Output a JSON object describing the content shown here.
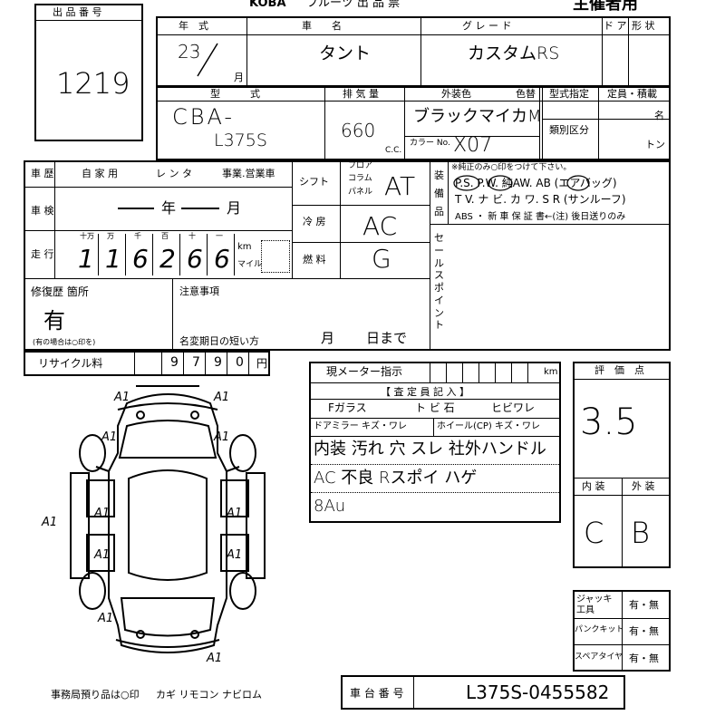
{
  "header": {
    "brand_fragment": "KOBA",
    "title_fragment": "フルーツ 出 品 票",
    "owner_copy": "主催者用"
  },
  "lot": {
    "label": "出 品 番 号",
    "number": "1219"
  },
  "vehicle": {
    "year_label": "年　式",
    "year": "23",
    "month_suffix": "月",
    "name_label": "車　　名",
    "name": "タント",
    "grade_label": "グ レ ー ド",
    "grade": "カスタムRS",
    "door_label": "ド ア",
    "shape_label": "形 状",
    "model_label": "型　　　式",
    "model_prefix": "CBA-",
    "model_code": "L375S",
    "displacement_label": "排 気 量",
    "displacement": "660",
    "cc": "C.C.",
    "color_label": "外装色",
    "color_change_label": "色替",
    "color": "ブラックマイカM",
    "color_no_label": "カラー No.",
    "color_no": "X07",
    "type_designation_label": "型式指定",
    "category_label": "類別区分",
    "capacity_label": "定員・積載",
    "persons": "名",
    "tons": "トン"
  },
  "history": {
    "label": "車 歴",
    "private": "自 家 用",
    "rental": "レ ン タ",
    "business": "事業.営業車",
    "inspection_label": "車 検",
    "year_unit": "年",
    "month_unit": "月",
    "mileage_label": "走 行",
    "digit_labels": [
      "十万",
      "万",
      "千",
      "百",
      "十",
      "一"
    ],
    "mileage_digits": [
      "1",
      "1",
      "6",
      "2",
      "6",
      "6"
    ],
    "km": "km",
    "mile": "マイル"
  },
  "drivetrain": {
    "shift_label": "シフト",
    "shift_options": [
      "フロア",
      "コラム",
      "パネル"
    ],
    "shift": "AT",
    "ac_label": "冷 房",
    "ac": "AC",
    "fuel_label": "燃 料",
    "fuel": "G"
  },
  "equipment": {
    "label": "装 備 品",
    "note": "※純正のみ○印をつけて下さい。",
    "row1": "P.S.  P.W.  純AW.  AB (エアバッグ)",
    "row2": "T V. ナ ビ. カ ワ.  S R (サンルーフ)",
    "row3": "ABS ・ 新 車 保 証 書←(注) 後日送りのみ",
    "sales_point_label": "セールスポイント"
  },
  "repair": {
    "label": "修復歴 箇所",
    "value": "有",
    "note": "(有の場合は○印を)"
  },
  "notes": {
    "label": "注意事項",
    "expiry_label": "名変期日の短い方",
    "month": "月",
    "day": "日まで"
  },
  "recycle": {
    "label": "リサイクル料",
    "digits": [
      "9",
      "7",
      "9",
      "0"
    ],
    "unit": "円"
  },
  "meter": {
    "label": "現メーター指示",
    "unit": "km"
  },
  "inspector": {
    "header": "【 査 定 員 記 入 】",
    "glass_label": "Fガラス",
    "glass_opts": "ト ビ  石",
    "crack": "ヒビワレ",
    "mirror": "ドアミラー キズ・ワレ",
    "wheel": "ホイール(CP) キズ・ワレ",
    "remarks": [
      "内装 汚れ 穴 スレ 社外ハンドル",
      "AC 不良 Rスポイ ハゲ",
      "8Au"
    ]
  },
  "grades": {
    "label": "評　価　点",
    "overall": "3.5",
    "interior_label": "内 装",
    "exterior_label": "外 装",
    "interior": "C",
    "exterior": "B"
  },
  "tools": {
    "jack_label": "ジャッキ 工具",
    "kit_label": "パンクキット",
    "spare_label": "スペアタイヤ",
    "option": "有・無"
  },
  "diagram_marks": [
    "A1",
    "A1",
    "A1",
    "A1",
    "A1",
    "A1",
    "A1",
    "A1",
    "A1",
    "A1",
    "A1"
  ],
  "footer": {
    "office_note": "事務局預り品は○印",
    "keys": "カギ  リモコン  ナビロム",
    "chassis_label": "車 台 番 号",
    "chassis": "L375S-0455582"
  }
}
